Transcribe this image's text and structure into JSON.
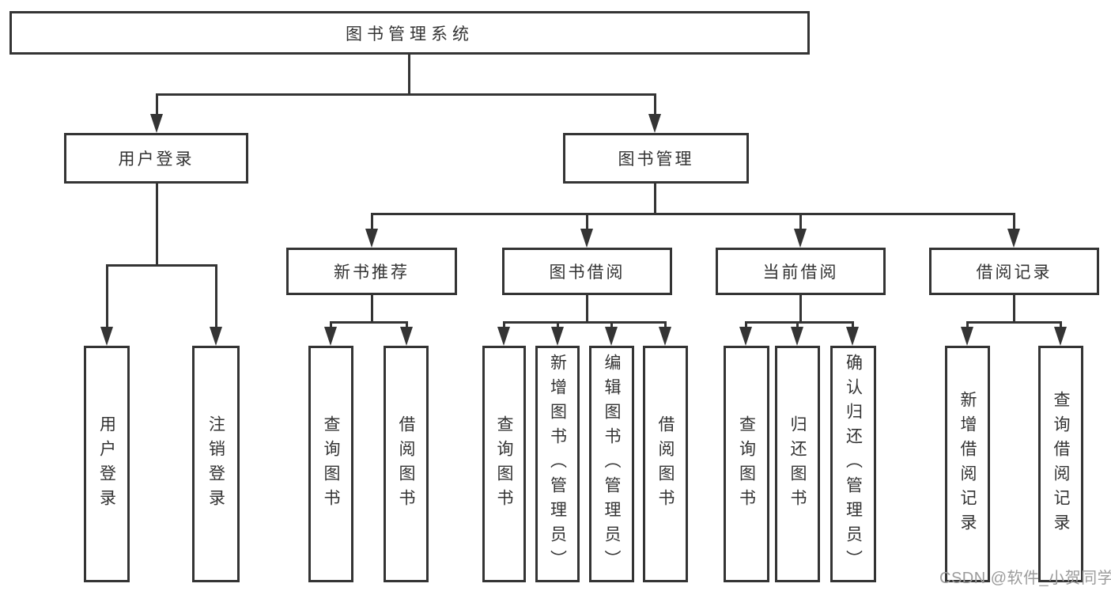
{
  "diagram": {
    "root": {
      "label": "图书管理系统",
      "children": [
        {
          "label": "用户登录",
          "children": [
            {
              "label": "用户登录"
            },
            {
              "label": "注销登录"
            }
          ]
        },
        {
          "label": "图书管理",
          "children": [
            {
              "label": "新书推荐",
              "children": [
                {
                  "label": "查询图书"
                },
                {
                  "label": "借阅图书"
                }
              ]
            },
            {
              "label": "图书借阅",
              "children": [
                {
                  "label": "查询图书"
                },
                {
                  "label": "新增图书（管理员）"
                },
                {
                  "label": "编辑图书（管理员）"
                },
                {
                  "label": "借阅图书"
                }
              ]
            },
            {
              "label": "当前借阅",
              "children": [
                {
                  "label": "查询图书"
                },
                {
                  "label": "归还图书"
                },
                {
                  "label": "确认归还（管理员）"
                }
              ]
            },
            {
              "label": "借阅记录",
              "children": [
                {
                  "label": "新增借阅记录"
                },
                {
                  "label": "查询借阅记录"
                }
              ]
            }
          ]
        }
      ]
    },
    "watermark": "CSDN @软件_小贺同学",
    "colors": {
      "line": "#343434",
      "text": "#333333",
      "box_background": "#ffffff",
      "page_background": "#ffffff",
      "watermark": "#9b9b9b"
    }
  }
}
